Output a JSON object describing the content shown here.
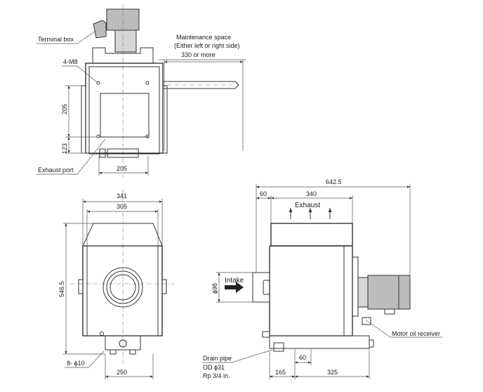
{
  "labels": {
    "terminal_box": "Terminal box",
    "bolt_spec": "4-M8",
    "maintenance_line1": "Maintenance space",
    "maintenance_line2": "(Either left or right side)",
    "maintenance_dim": "330 or more",
    "exhaust_port": "Exhaust port",
    "exhaust": "Exhaust",
    "intake": "Intake",
    "drain_line1": "Drain pipe",
    "drain_line2": "OD ϕ31",
    "drain_line3": "Rp 3/4 in.",
    "motor_oil_receiver": "Motor oil receiver",
    "holes": "8- ϕ10",
    "diameter_98": "ϕ98"
  },
  "dimensions": {
    "top_vertical_1": "205",
    "top_vertical_2": "123",
    "top_port_width": "205",
    "front_overall_width": "341",
    "front_inner_width": "305",
    "front_height": "546.5",
    "front_base_width": "250",
    "side_overall": "642.5",
    "side_offset": "60",
    "side_body": "340",
    "side_drain_width": "60",
    "side_base_left": "165",
    "side_base_right": "325"
  },
  "colors": {
    "line": "#333333",
    "motor_fill": "#bcbcbc"
  }
}
